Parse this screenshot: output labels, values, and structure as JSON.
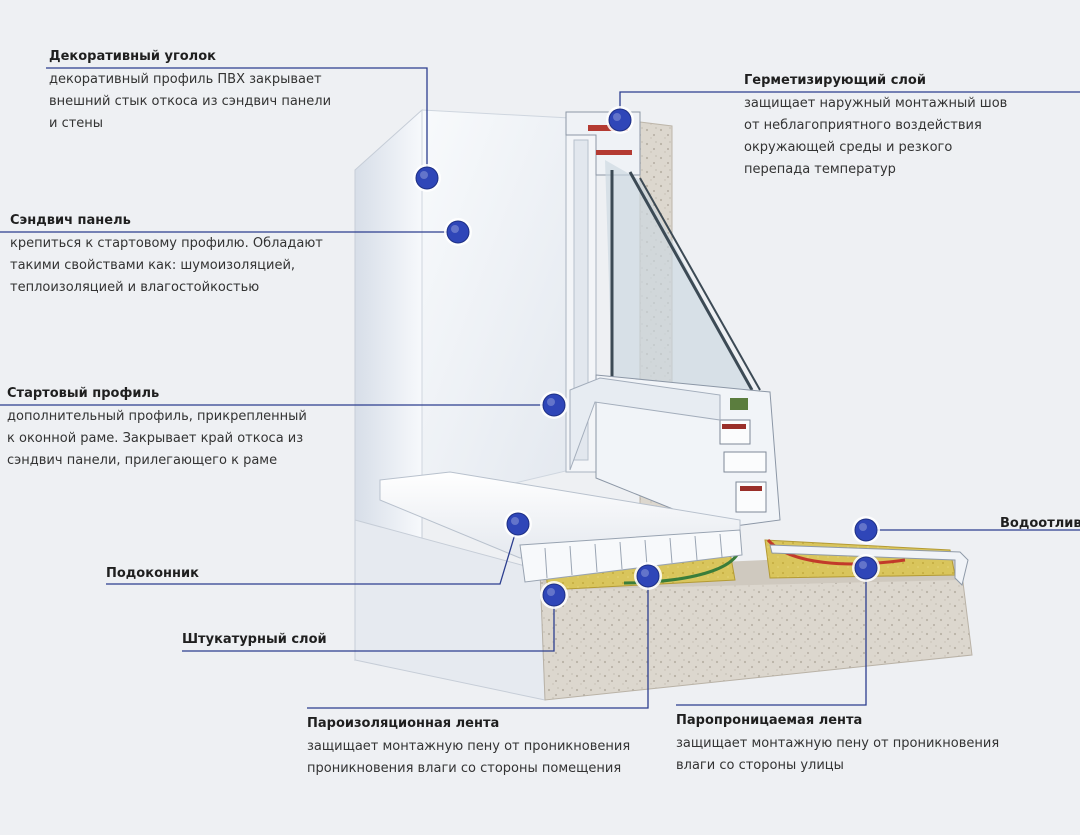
{
  "colors": {
    "background": "#eef0f3",
    "leader_line": "#2c3e8f",
    "marker_fill": "#2f46b8",
    "marker_ring": "#ffffff",
    "pvc": "#f4f7fb",
    "concrete": "#d9d4cb",
    "foam": "#d8c35a",
    "glass": "#8fa8ba"
  },
  "callouts": {
    "decorative_corner": {
      "title": "Декоративный уголок",
      "desc": [
        "декоративный профиль ПВХ закрывает",
        "внешний стык откоса из сэндвич панели",
        "и стены"
      ]
    },
    "sandwich_panel": {
      "title": "Сэндвич панель",
      "desc": [
        "крепиться к стартовому профилю. Обладают",
        "такими свойствами как: шумоизоляцией,",
        "теплоизоляцией и влагостойкостью"
      ]
    },
    "start_profile": {
      "title": "Стартовый профиль",
      "desc": [
        "дополнительный профиль, прикрепленный",
        "к оконной раме. Закрывает край откоса из",
        "сэндвич панели, прилегающего к раме"
      ]
    },
    "windowsill": {
      "title": "Подоконник"
    },
    "plaster_layer": {
      "title": "Штукатурный слой"
    },
    "vapor_barrier_tape": {
      "title": "Пароизоляционная лента",
      "desc": [
        "защищает монтажную пену от проникновения",
        "проникновения влаги со стороны помещения"
      ]
    },
    "vapor_permeable_tape": {
      "title": "Паропроницаемая лента",
      "desc": [
        "защищает монтажную пену от проникновения",
        "влаги со стороны улицы"
      ]
    },
    "sealing_layer": {
      "title": "Герметизирующий слой",
      "desc": [
        "защищает наружный монтажный шов",
        "от неблагоприятного воздействия",
        "окружающей среды и резкого",
        "перепада температур"
      ]
    },
    "drip_sill": {
      "title": "Водоотлив"
    }
  }
}
